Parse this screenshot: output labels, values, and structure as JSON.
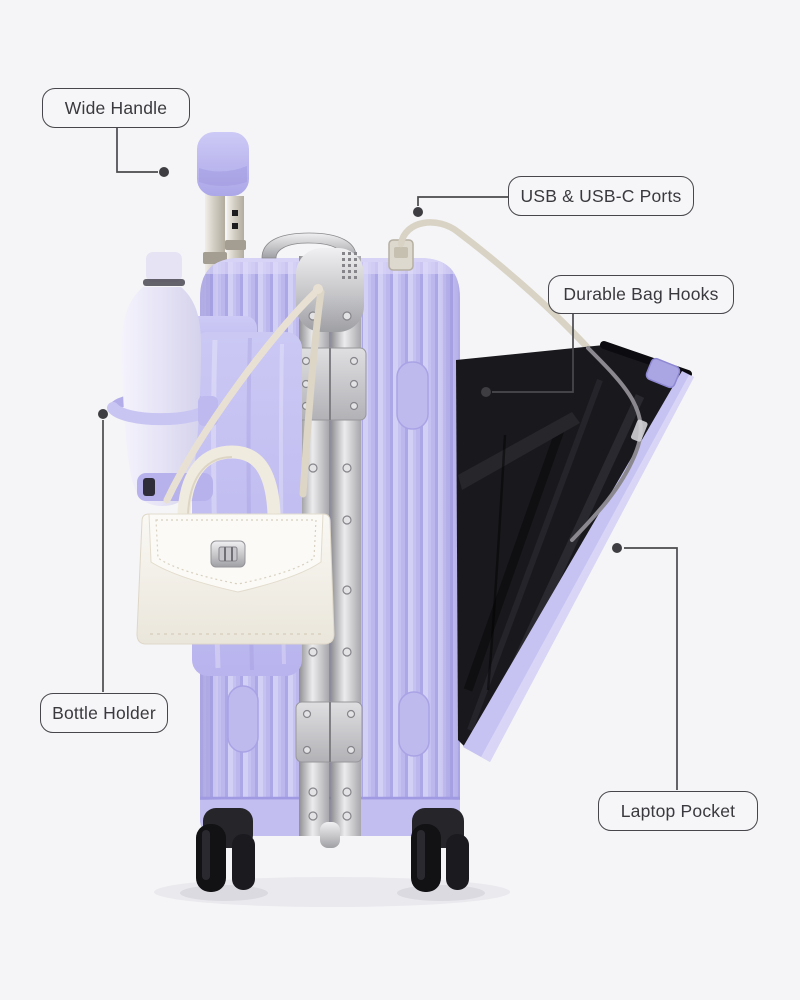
{
  "callouts": {
    "wide_handle": {
      "label": "Wide Handle"
    },
    "usb_ports": {
      "label": "USB & USB-C Ports"
    },
    "bag_hooks": {
      "label": "Durable Bag Hooks"
    },
    "bottle_holder": {
      "label": "Bottle Holder"
    },
    "laptop_pocket": {
      "label": "Laptop Pocket"
    }
  },
  "colors": {
    "background": "#f5f5f7",
    "shell_lavender": "#c5c1f0",
    "shell_shadow": "#aca7e6",
    "shell_highlight": "#d3d0f6",
    "frame_silver": "#c9c9cc",
    "interior_black": "#1b1b20",
    "bottle_white": "#eceaf8",
    "bag_white": "#f6f3ec",
    "cable_beige": "#d9d3c5",
    "callout_line": "#4a4a4e",
    "callout_text": "#3a3a3e"
  }
}
